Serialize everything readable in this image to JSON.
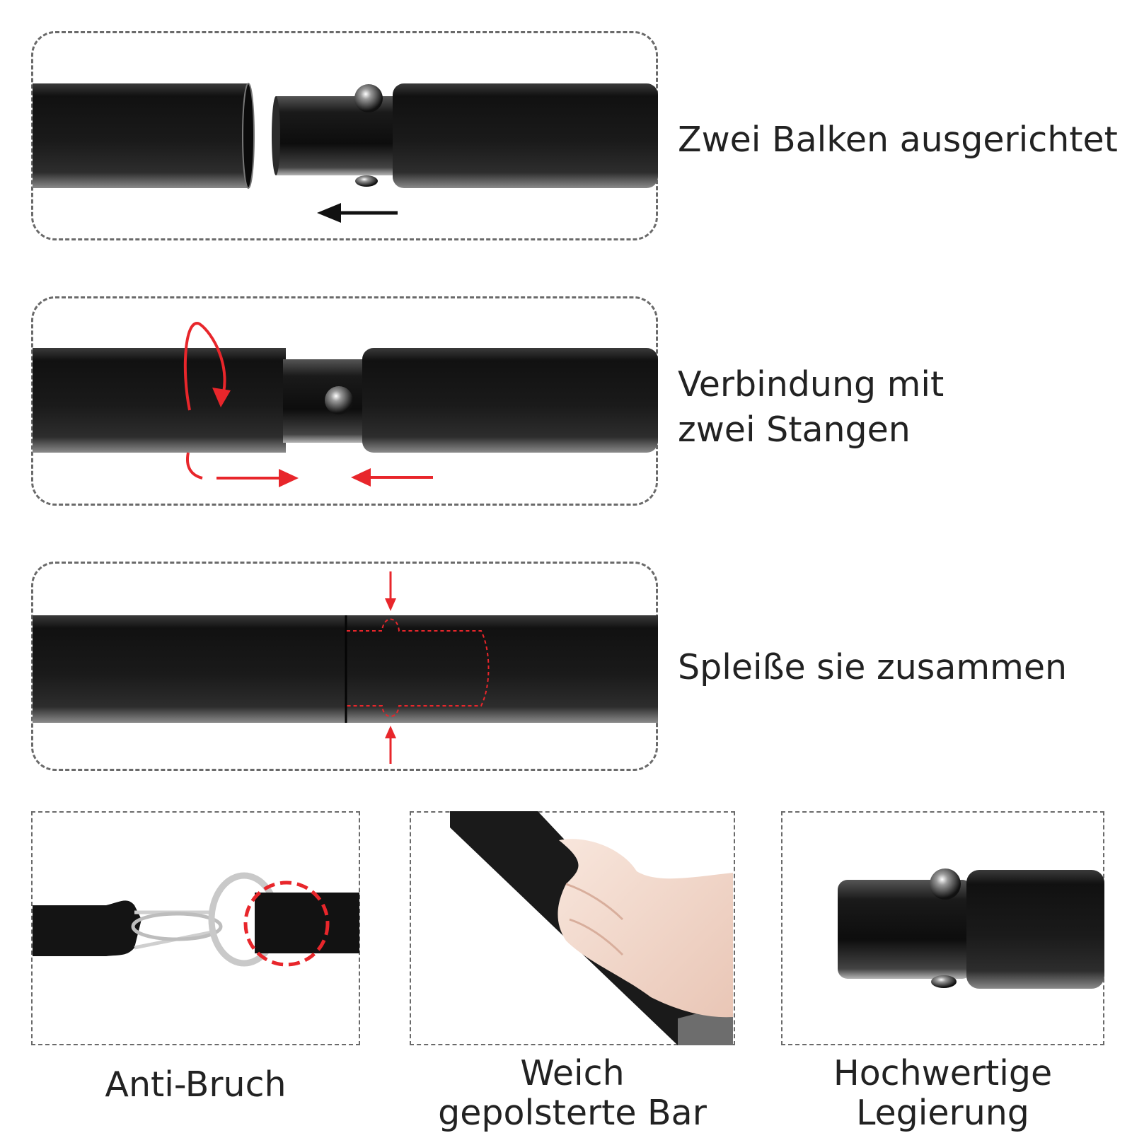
{
  "steps": [
    {
      "label": "Zwei Balken ausgerichtet"
    },
    {
      "label_line1": "Verbindung mit",
      "label_line2": "zwei Stangen"
    },
    {
      "label": "Spleiße sie zusammen"
    }
  ],
  "features": [
    {
      "caption_line1": "Anti-Bruch"
    },
    {
      "caption_line1": "Weich",
      "caption_line2": "gepolsterte Bar"
    },
    {
      "caption_line1": "Hochwertige",
      "caption_line2": "Legierung"
    }
  ],
  "colors": {
    "accent": "#e8262b",
    "bar": "#1c1c1c",
    "dash": "#6a6a6a"
  }
}
